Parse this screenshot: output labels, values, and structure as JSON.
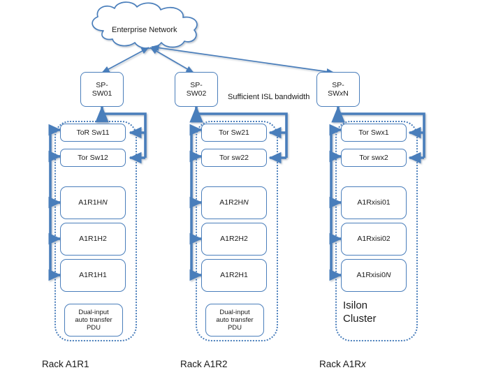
{
  "diagram": {
    "cloud": {
      "label": "Enterprise Network"
    },
    "spines": [
      {
        "id": "sp-sw01",
        "line1": "SP-",
        "line2": "SW01"
      },
      {
        "id": "sp-sw02",
        "line1": "SP-",
        "line2": "SW02"
      },
      {
        "id": "sp-swxn",
        "line1": "SP-",
        "line2": "SW",
        "line2_italic": "x",
        "line2_tail": "N"
      }
    ],
    "isl_label": "Sufficient ISL bandwidth",
    "racks": [
      {
        "id": "rack-a1r1",
        "label_prefix": "Rack A1R1",
        "label_italic": "",
        "tors": [
          "ToR Sw11",
          "Tor Sw12"
        ],
        "hosts": [
          {
            "prefix": "A1R1H",
            "italic": "N",
            "suffix": ""
          },
          {
            "prefix": "A1R1H2",
            "italic": "",
            "suffix": ""
          },
          {
            "prefix": "A1R1H1",
            "italic": "",
            "suffix": ""
          }
        ],
        "footer_type": "pdu",
        "pdu_lines": [
          "Dual-input",
          "auto transfer",
          "PDU"
        ],
        "cluster_lines": []
      },
      {
        "id": "rack-a1r2",
        "label_prefix": "Rack A1R2",
        "label_italic": "",
        "tors": [
          "Tor Sw21",
          "Tor sw22"
        ],
        "hosts": [
          {
            "prefix": "A1R2H",
            "italic": "N",
            "suffix": ""
          },
          {
            "prefix": "A1R2H2",
            "italic": "",
            "suffix": ""
          },
          {
            "prefix": "A1R2H1",
            "italic": "",
            "suffix": ""
          }
        ],
        "footer_type": "pdu",
        "pdu_lines": [
          "Dual-input",
          "auto transfer",
          "PDU"
        ],
        "cluster_lines": []
      },
      {
        "id": "rack-a1rx",
        "label_prefix": "Rack A1R",
        "label_italic": "x",
        "tors": [
          "Tor Swx1",
          "Tor swx2"
        ],
        "hosts": [
          {
            "prefix": "A1Rxisi01",
            "italic": "",
            "suffix": ""
          },
          {
            "prefix": "A1Rxisi02",
            "italic": "",
            "suffix": ""
          },
          {
            "prefix": "A1Rxisi0",
            "italic": "N",
            "suffix": ""
          }
        ],
        "footer_type": "cluster",
        "pdu_lines": [],
        "cluster_lines": [
          "Isilon",
          "Cluster"
        ]
      }
    ],
    "colors": {
      "line": "#4a7ebb",
      "thick_line": "#4a7ebb",
      "box_border": "#4a7ebb",
      "box_fill": "#ffffff",
      "text": "#1a1a1a",
      "background": "#ffffff"
    }
  }
}
